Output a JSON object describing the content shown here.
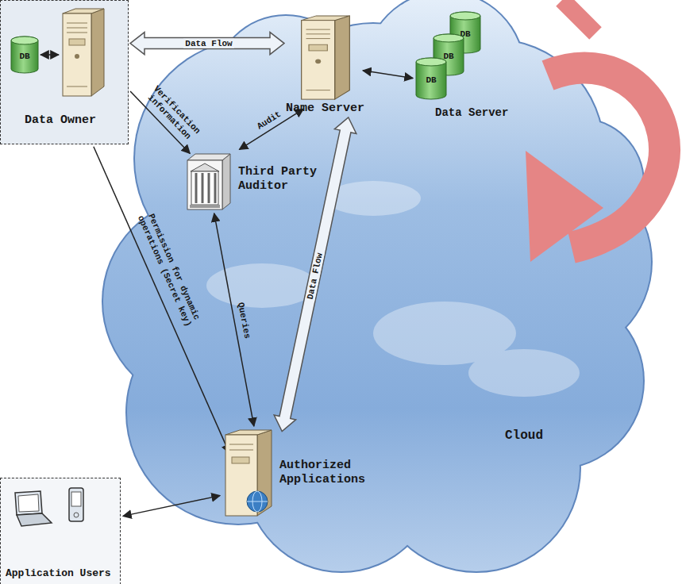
{
  "diagram": {
    "nodes": [
      {
        "text": [
          "Data Owner"
        ]
      },
      {
        "text": [
          "DB"
        ],
        "in": 0
      },
      {
        "text": [
          "Name Server"
        ]
      },
      {
        "text": [
          "DB"
        ]
      },
      {
        "text": [
          "DB"
        ]
      },
      {
        "text": [
          "DB"
        ]
      },
      {
        "text": [
          "Third Party Auditor"
        ]
      },
      {
        "text": [
          "Authorized Applications"
        ]
      },
      {
        "text": [
          "Application Users"
        ]
      }
    ],
    "edges": [
      {
        "from": 0,
        "to": 2,
        "label": "Data Flow",
        "arrow": "both"
      },
      {
        "from": 0,
        "to": 6,
        "label": "Verification information",
        "arrow": "to"
      },
      {
        "from": 0,
        "to": 7,
        "label": "Permission for dynamic operations (Secret key)",
        "arrow": "to"
      },
      {
        "from": 6,
        "to": 2,
        "label": "Audit",
        "arrow": "both"
      },
      {
        "from": 6,
        "to": 7,
        "label": "Queries",
        "arrow": "both"
      },
      {
        "from": 2,
        "to": 7,
        "label": "Data Flow",
        "arrow": "both"
      },
      {
        "from": 2,
        "to": 5,
        "arrow": "both"
      },
      {
        "from": 8,
        "to": 7,
        "arrow": "both"
      }
    ],
    "labels": [
      "Data Server",
      "Cloud"
    ]
  }
}
